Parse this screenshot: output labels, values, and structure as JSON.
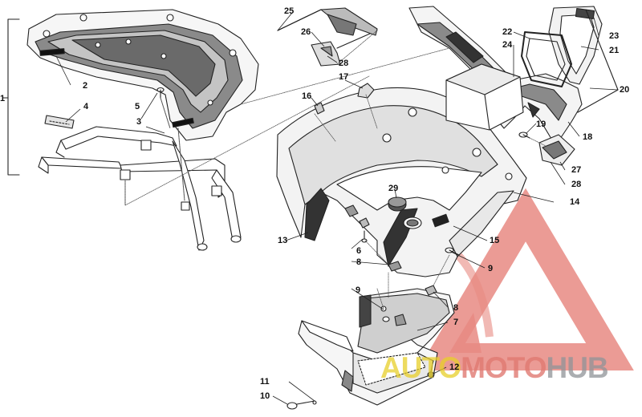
{
  "watermark": {
    "part1": "AUTO",
    "part2": "MOTO",
    "part3": "HUB",
    "colors": {
      "triangle": "#e88a82",
      "auto": "#e8cf2a",
      "moto": "#e07a72",
      "hub": "#8f9398"
    }
  },
  "callouts": [
    {
      "id": "c1",
      "label": "1"
    },
    {
      "id": "c2",
      "label": "2"
    },
    {
      "id": "c3",
      "label": "3"
    },
    {
      "id": "c4",
      "label": "4"
    },
    {
      "id": "c5",
      "label": "5"
    },
    {
      "id": "c6",
      "label": "6"
    },
    {
      "id": "c7",
      "label": "7"
    },
    {
      "id": "c8a",
      "label": "8"
    },
    {
      "id": "c8b",
      "label": "8"
    },
    {
      "id": "c9a",
      "label": "9"
    },
    {
      "id": "c9b",
      "label": "9"
    },
    {
      "id": "c10",
      "label": "10"
    },
    {
      "id": "c11",
      "label": "11"
    },
    {
      "id": "c12",
      "label": "12"
    },
    {
      "id": "c13",
      "label": "13"
    },
    {
      "id": "c14",
      "label": "14"
    },
    {
      "id": "c15",
      "label": "15"
    },
    {
      "id": "c16",
      "label": "16"
    },
    {
      "id": "c17",
      "label": "17"
    },
    {
      "id": "c18",
      "label": "18"
    },
    {
      "id": "c19",
      "label": "19"
    },
    {
      "id": "c20",
      "label": "20"
    },
    {
      "id": "c21",
      "label": "21"
    },
    {
      "id": "c22",
      "label": "22"
    },
    {
      "id": "c23",
      "label": "23"
    },
    {
      "id": "c24",
      "label": "24"
    },
    {
      "id": "c25",
      "label": "25"
    },
    {
      "id": "c26",
      "label": "26"
    },
    {
      "id": "c27",
      "label": "27"
    },
    {
      "id": "c28a",
      "label": "28"
    },
    {
      "id": "c28b",
      "label": "28"
    },
    {
      "id": "c29",
      "label": "29"
    }
  ]
}
